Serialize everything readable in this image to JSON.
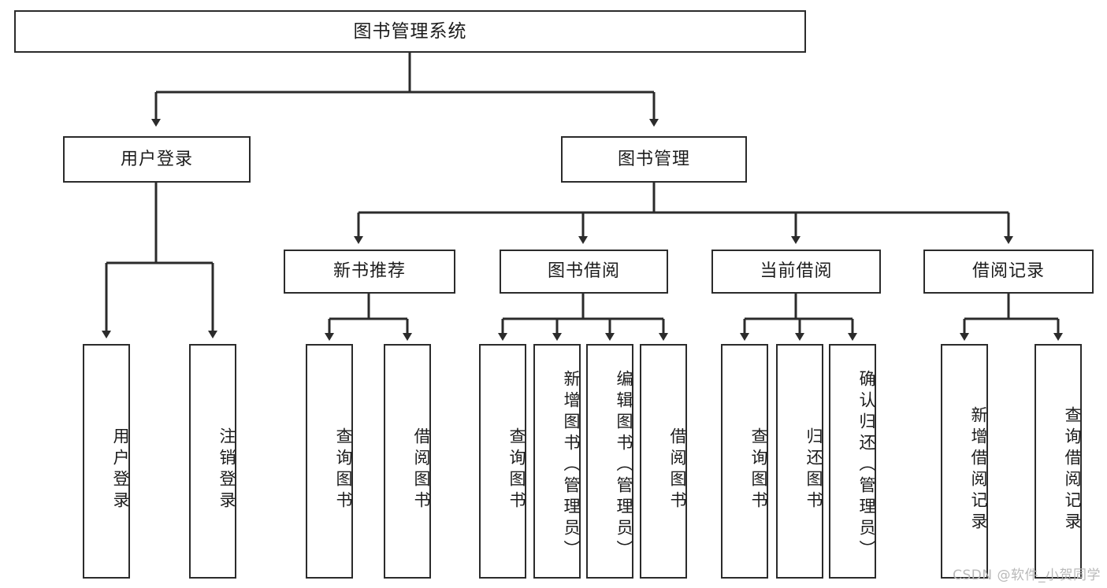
{
  "diagram": {
    "title": "图书管理系统",
    "watermark": "CSDN @软件_小贺同学",
    "colors": {
      "stroke": "#2b2b2b",
      "background": "#ffffff",
      "text": "#1c1c1c",
      "watermark": "#b9b9b9"
    },
    "nodes": {
      "root": {
        "label": "图书管理系统"
      },
      "level1": [
        {
          "label": "用户登录"
        },
        {
          "label": "图书管理"
        }
      ],
      "level2": [
        {
          "label": "新书推荐"
        },
        {
          "label": "图书借阅"
        },
        {
          "label": "当前借阅"
        },
        {
          "label": "借阅记录"
        }
      ],
      "leaves": {
        "user_login": [
          {
            "label": "用户登录"
          },
          {
            "label": "注销登录"
          }
        ],
        "new_book_recommend": [
          {
            "label": "查询图书"
          },
          {
            "label": "借阅图书"
          }
        ],
        "book_borrow": [
          {
            "label": "查询图书"
          },
          {
            "label": "新增图书（管理员）"
          },
          {
            "label": "编辑图书（管理员）"
          },
          {
            "label": "借阅图书"
          }
        ],
        "current_borrow": [
          {
            "label": "查询图书"
          },
          {
            "label": "归还图书"
          },
          {
            "label": "确认归还（管理员）"
          }
        ],
        "borrow_record": [
          {
            "label": "新增借阅记录"
          },
          {
            "label": "查询借阅记录"
          }
        ]
      }
    }
  }
}
